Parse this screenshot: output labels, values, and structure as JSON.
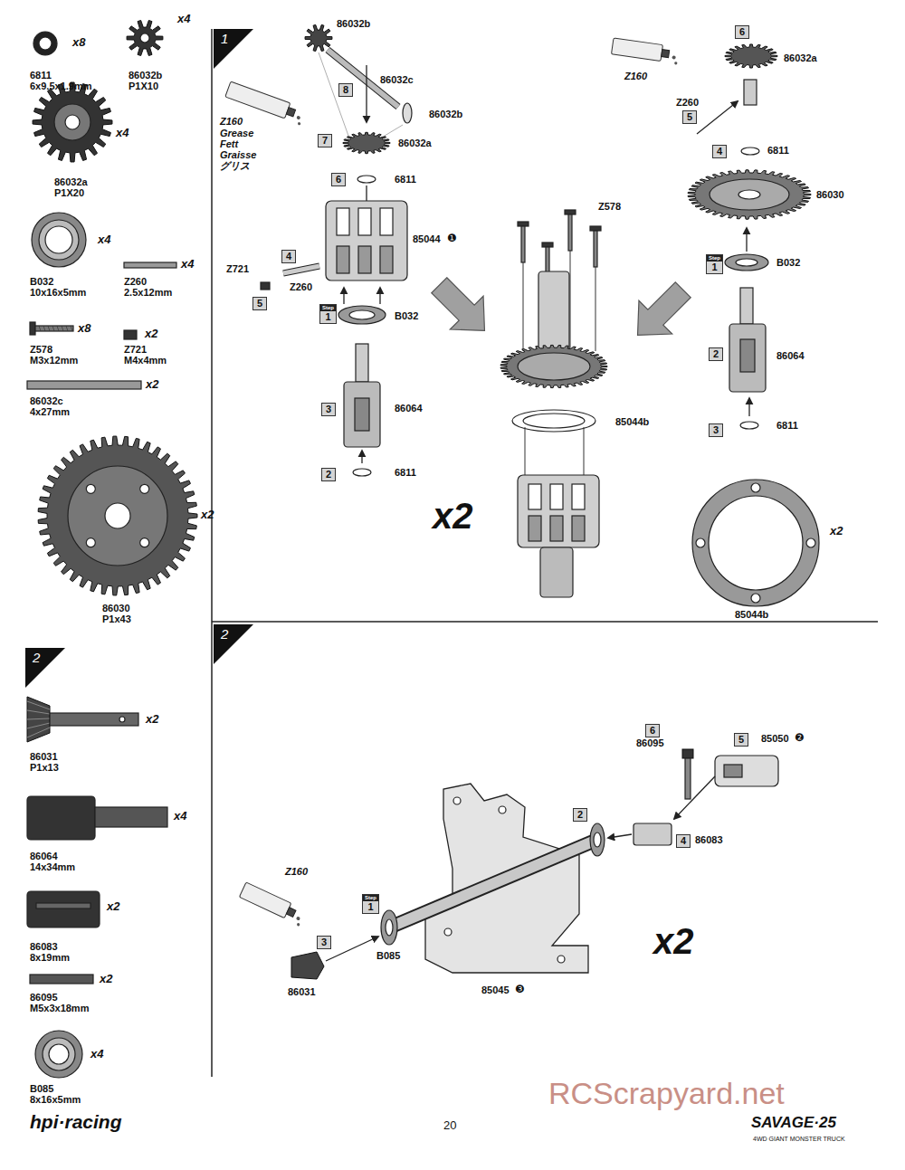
{
  "diagram": {
    "nodes": [
      {
        "text": [
          "1"
        ]
      },
      {
        "text": [
          "2"
        ]
      },
      {
        "text": [
          "2"
        ]
      },
      {
        "text": [
          "8"
        ]
      },
      {
        "text": [
          "7"
        ]
      },
      {
        "text": [
          "6"
        ]
      },
      {
        "text": [
          "4"
        ]
      },
      {
        "text": [
          "5"
        ]
      },
      {
        "text": [
          "Step",
          "1"
        ]
      },
      {
        "text": [
          "3"
        ]
      },
      {
        "text": [
          "2"
        ]
      },
      {
        "text": [
          "6"
        ]
      },
      {
        "text": [
          "5"
        ]
      },
      {
        "text": [
          "4"
        ]
      },
      {
        "text": [
          "Step",
          "1"
        ]
      },
      {
        "text": [
          "2"
        ]
      },
      {
        "text": [
          "3"
        ]
      },
      {
        "text": [
          "6"
        ]
      },
      {
        "text": [
          "5"
        ]
      },
      {
        "text": [
          "2"
        ]
      },
      {
        "text": [
          "4"
        ]
      },
      {
        "text": [
          "Step",
          "1"
        ]
      },
      {
        "text": [
          "3"
        ]
      }
    ],
    "labels": [
      "x8",
      "6811",
      "6x9.5x1.9mm",
      "x4",
      "86032b",
      "P1X10",
      "x4",
      "86032a",
      "P1X20",
      "x4",
      "B032",
      "10x16x5mm",
      "x4",
      "Z260",
      "2.5x12mm",
      "x8",
      "Z578",
      "M3x12mm",
      "x2",
      "Z721",
      "M4x4mm",
      "x2",
      "86032c",
      "4x27mm",
      "x2",
      "86030",
      "P1x43",
      "x2",
      "86031",
      "P1x13",
      "x4",
      "86064",
      "14x34mm",
      "x2",
      "86083",
      "8x19mm",
      "x2",
      "86095",
      "M5x3x18mm",
      "x4",
      "B085",
      "8x16x5mm",
      "hpi·racing",
      "20",
      "SAVAGE·25",
      "4WD GIANT MONSTER TRUCK",
      "RCScrapyard.net",
      "86032b",
      "86032c",
      "86032b",
      "Z160",
      "Grease",
      "Fett",
      "Graisse",
      "グリス",
      "86032a",
      "6811",
      "85044",
      "❶",
      "Z721",
      "Z260",
      "B032",
      "86064",
      "6811",
      "Z578",
      "85044b",
      "x2",
      "Z160",
      "86032a",
      "Z260",
      "6811",
      "86030",
      "B032",
      "86064",
      "6811",
      "x2",
      "85044b",
      "86095",
      "85050",
      "❷",
      "86083",
      "Z160",
      "B085",
      "86031",
      "85045",
      "❸",
      "x2"
    ]
  }
}
